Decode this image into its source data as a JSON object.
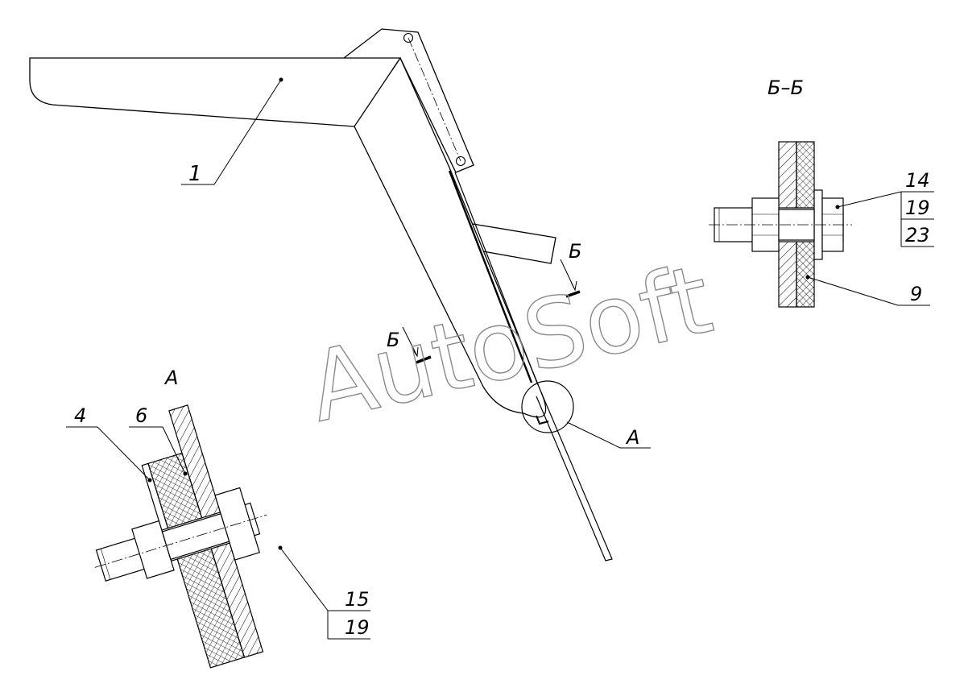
{
  "watermark": "AutoSoft",
  "view_labels": {
    "section": "Б–Б",
    "detail": "А"
  },
  "callouts": {
    "c1": "1",
    "c4": "4",
    "c6": "6",
    "c9": "9",
    "c14": "14",
    "c15": "15",
    "c19a": "19",
    "c19b": "19",
    "c23": "23",
    "cut_b_upper": "Б",
    "cut_b_lower": "Б",
    "detail_ref": "А"
  },
  "colors": {
    "line": "#000000",
    "watermark_stroke": "#9a9a9a"
  }
}
